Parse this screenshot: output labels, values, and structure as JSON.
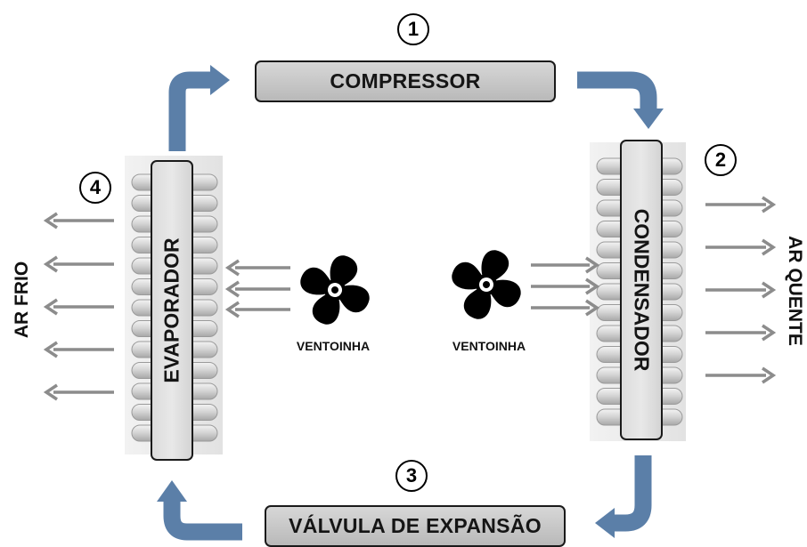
{
  "steps": [
    "1",
    "2",
    "3",
    "4"
  ],
  "components": {
    "compressor": "COMPRESSOR",
    "condenser": "CONDENSADOR",
    "expansion_valve": "VÁLVULA DE EXPANSÃO",
    "evaporator": "EVAPORADOR"
  },
  "fans": {
    "left": "VENTOINHA",
    "right": "VENTOINHA"
  },
  "air": {
    "cold": "AR FRIO",
    "hot": "AR QUENTE"
  },
  "colors": {
    "flow_arrow": "#5b7fa8",
    "air_arrow": "#8c8c8c",
    "box_fill": "#c8c8c8",
    "coil": "#d0d0d0"
  }
}
